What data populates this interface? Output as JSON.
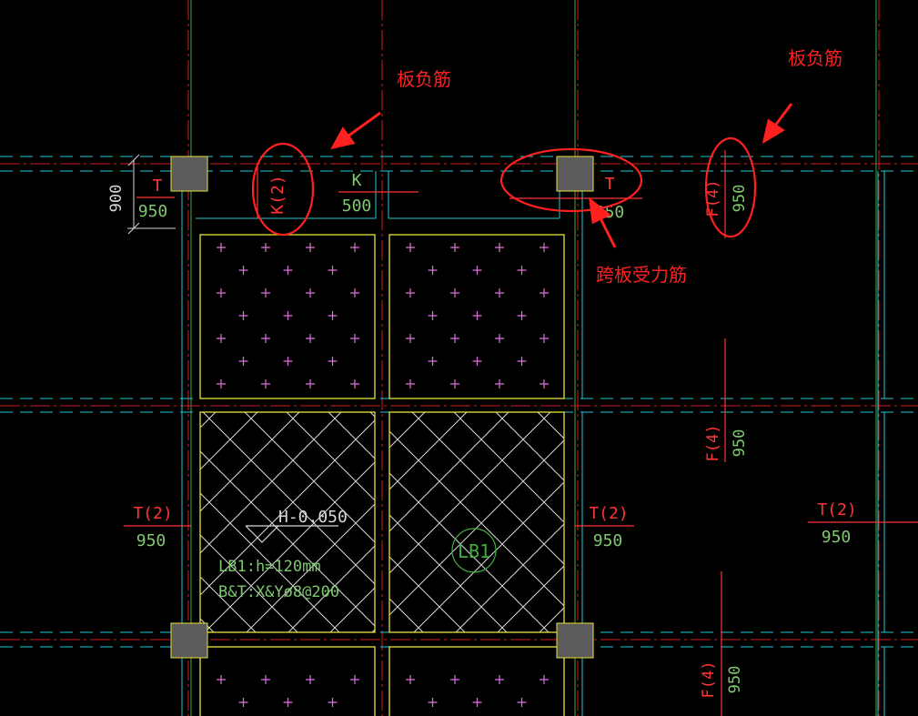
{
  "colors": {
    "background": "#000000",
    "axis_red": "#d21e1e",
    "axis_green": "#3fae3f",
    "wall_cyan": "#22c8d2",
    "slab_yellow": "#e8e03a",
    "rebar_red": "#ff3434",
    "dim_green": "#7ec86e",
    "magenta": "#e070e0",
    "column_gray": "#5b5b5b",
    "annotation": "#ff2020",
    "hatch_white": "#d8d8d8"
  },
  "annotations": {
    "neg_rebar_1": "板负筋",
    "neg_rebar_2": "板负筋",
    "span_rebar": "跨板受力筋"
  },
  "rebar_marks": {
    "t1": {
      "code": "T",
      "length": "950"
    },
    "k_mid": {
      "code": "K",
      "length": "500"
    },
    "k2": {
      "code": "K(2)"
    },
    "t_right": {
      "code": "T",
      "length": "950"
    },
    "f4_top": {
      "code": "F(4)",
      "length": "950"
    },
    "f4_mid": {
      "code": "F(4)",
      "length": "950"
    },
    "f4_bot": {
      "code": "F(4)",
      "length": "950"
    },
    "t2_left": {
      "code": "T(2)",
      "length": "950"
    },
    "t2_mid": {
      "code": "T(2)",
      "length": "950"
    },
    "t2_right": {
      "code": "T(2)",
      "length": "950"
    }
  },
  "dimension_900": "900",
  "slab": {
    "elevation": "H-0.050",
    "spec_line1": "LB1:h=120mm",
    "spec_line2": "B&T:X&Yø8@200",
    "tag": "LB1"
  }
}
